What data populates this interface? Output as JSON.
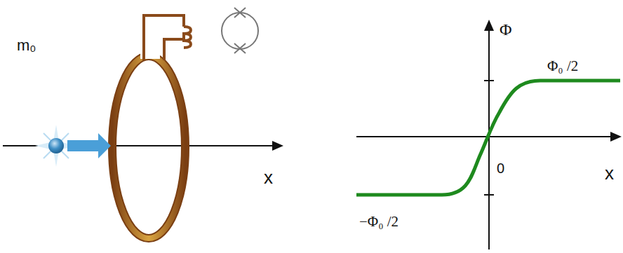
{
  "diagram": {
    "labels": [
      "m₀",
      "x",
      "Φ",
      "Φ₀ /2",
      "x",
      "0",
      "−Φ₀ /2"
    ]
  }
}
